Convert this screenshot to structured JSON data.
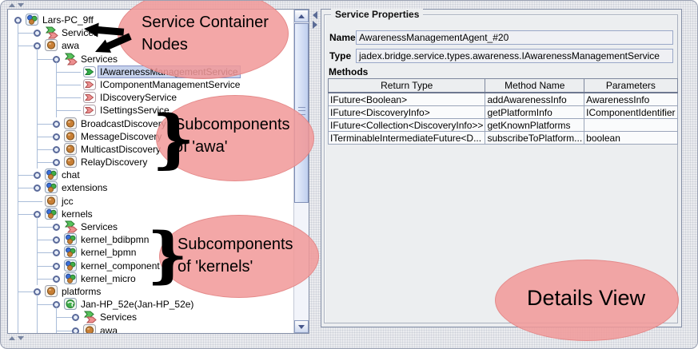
{
  "tree": {
    "rows": [
      {
        "depth": 0,
        "handle": "expanded",
        "icon": "platform",
        "label": "Lars-PC_9ff",
        "guides": []
      },
      {
        "depth": 1,
        "handle": "collapsed",
        "icon": "services",
        "label": "Services",
        "guides": [
          0
        ]
      },
      {
        "depth": 1,
        "handle": "expanded",
        "icon": "component",
        "label": "awa",
        "guides": [
          0
        ]
      },
      {
        "depth": 2,
        "handle": "expanded",
        "icon": "services",
        "label": "Services",
        "guides": [
          0,
          1
        ]
      },
      {
        "depth": 3,
        "handle": "none",
        "icon": "provided-service",
        "label": "IAwarenessManagementService",
        "selected": true,
        "guides": [
          0,
          1,
          2
        ]
      },
      {
        "depth": 3,
        "handle": "none",
        "icon": "required-service",
        "label": "IComponentManagementService",
        "guides": [
          0,
          1,
          2
        ]
      },
      {
        "depth": 3,
        "handle": "none",
        "icon": "required-service",
        "label": "IDiscoveryService",
        "guides": [
          0,
          1,
          2
        ]
      },
      {
        "depth": 3,
        "handle": "none",
        "icon": "required-service",
        "label": "ISettingsService",
        "guides": [
          0,
          1,
          2
        ]
      },
      {
        "depth": 2,
        "handle": "collapsed",
        "icon": "component",
        "label": "BroadcastDiscovery",
        "guides": [
          0,
          1
        ]
      },
      {
        "depth": 2,
        "handle": "collapsed",
        "icon": "component",
        "label": "MessageDiscovery",
        "guides": [
          0,
          1
        ]
      },
      {
        "depth": 2,
        "handle": "collapsed",
        "icon": "component",
        "label": "MulticastDiscovery",
        "guides": [
          0,
          1
        ]
      },
      {
        "depth": 2,
        "handle": "collapsed",
        "icon": "component",
        "label": "RelayDiscovery",
        "guides": [
          0,
          1
        ]
      },
      {
        "depth": 1,
        "handle": "collapsed",
        "icon": "platform",
        "label": "chat",
        "guides": [
          0
        ]
      },
      {
        "depth": 1,
        "handle": "collapsed",
        "icon": "platform",
        "label": "extensions",
        "guides": [
          0
        ]
      },
      {
        "depth": 1,
        "handle": "none",
        "icon": "component",
        "label": "jcc",
        "guides": [
          0
        ]
      },
      {
        "depth": 1,
        "handle": "expanded",
        "icon": "platform",
        "label": "kernels",
        "guides": [
          0
        ]
      },
      {
        "depth": 2,
        "handle": "collapsed",
        "icon": "services",
        "label": "Services",
        "guides": [
          0,
          1
        ]
      },
      {
        "depth": 2,
        "handle": "collapsed",
        "icon": "platform",
        "label": "kernel_bdibpmn",
        "guides": [
          0,
          1
        ]
      },
      {
        "depth": 2,
        "handle": "collapsed",
        "icon": "platform",
        "label": "kernel_bpmn",
        "guides": [
          0,
          1
        ]
      },
      {
        "depth": 2,
        "handle": "collapsed",
        "icon": "platform",
        "label": "kernel_component",
        "guides": [
          0,
          1
        ]
      },
      {
        "depth": 2,
        "handle": "collapsed",
        "icon": "platform",
        "label": "kernel_micro",
        "guides": [
          0,
          1
        ]
      },
      {
        "depth": 1,
        "handle": "expanded",
        "icon": "component",
        "label": "platforms",
        "guides": [
          0
        ]
      },
      {
        "depth": 2,
        "handle": "expanded",
        "icon": "proxy-platform",
        "label": "Jan-HP_52e(Jan-HP_52e)",
        "guides": [
          0,
          1
        ]
      },
      {
        "depth": 3,
        "handle": "collapsed",
        "icon": "services",
        "label": "Services",
        "guides": [
          0,
          1,
          2
        ]
      },
      {
        "depth": 3,
        "handle": "collapsed",
        "icon": "component",
        "label": "awa",
        "guides": [
          0,
          1,
          2
        ]
      }
    ]
  },
  "details": {
    "title": "Service Properties",
    "name_label": "Name",
    "name_value": "AwarenessManagementAgent_#20",
    "type_label": "Type",
    "type_value": "jadex.bridge.service.types.awareness.IAwarenessManagementService",
    "methods_label": "Methods",
    "table": {
      "columns": [
        "Return Type",
        "Method Name",
        "Parameters"
      ],
      "rows": [
        [
          "IFuture<Boolean>",
          "addAwarenessInfo",
          "AwarenessInfo"
        ],
        [
          "IFuture<DiscoveryInfo>",
          "getPlatformInfo",
          "IComponentIdentifier"
        ],
        [
          "IFuture<Collection<DiscoveryInfo>>",
          "getKnownPlatforms",
          ""
        ],
        [
          "ITerminableIntermediateFuture<D...",
          "subscribeToPlatform...",
          "boolean"
        ]
      ]
    }
  },
  "annotations": {
    "service_container": {
      "line1": "Service Container",
      "line2": "Nodes"
    },
    "subcomponents_awa": {
      "line1": "Subcomponents",
      "line2": "of 'awa'"
    },
    "subcomponents_kernels": {
      "line1": "Subcomponents",
      "line2": "of 'kernels'"
    },
    "details_view": {
      "label": "Details View"
    },
    "brace_glyph": "}"
  },
  "colors": {
    "annotation_pink": "#F19999",
    "selection_blue": "#C6D2EC",
    "tree_line_blue": "#AABDD9",
    "ball_orange": "#C87F35",
    "ball_green": "#3FAE49",
    "ball_blue": "#3A6FD8",
    "service_red": "#EE9090"
  }
}
